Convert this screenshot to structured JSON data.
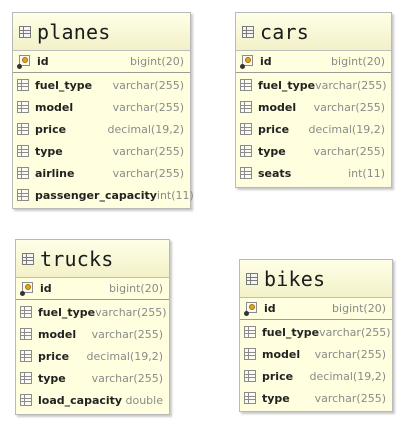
{
  "entities": [
    {
      "title": "planes",
      "pk": {
        "name": "id",
        "type": "bigint(20)"
      },
      "columns": [
        {
          "name": "fuel_type",
          "type": "varchar(255)"
        },
        {
          "name": "model",
          "type": "varchar(255)"
        },
        {
          "name": "price",
          "type": "decimal(19,2)"
        },
        {
          "name": "type",
          "type": "varchar(255)"
        },
        {
          "name": "airline",
          "type": "varchar(255)"
        },
        {
          "name": "passenger_capacity",
          "type": "int(11)"
        }
      ]
    },
    {
      "title": "cars",
      "pk": {
        "name": "id",
        "type": "bigint(20)"
      },
      "columns": [
        {
          "name": "fuel_type",
          "type": "varchar(255)"
        },
        {
          "name": "model",
          "type": "varchar(255)"
        },
        {
          "name": "price",
          "type": "decimal(19,2)"
        },
        {
          "name": "type",
          "type": "varchar(255)"
        },
        {
          "name": "seats",
          "type": "int(11)"
        }
      ]
    },
    {
      "title": "trucks",
      "pk": {
        "name": "id",
        "type": "bigint(20)"
      },
      "columns": [
        {
          "name": "fuel_type",
          "type": "varchar(255)"
        },
        {
          "name": "model",
          "type": "varchar(255)"
        },
        {
          "name": "price",
          "type": "decimal(19,2)"
        },
        {
          "name": "type",
          "type": "varchar(255)"
        },
        {
          "name": "load_capacity",
          "type": "double"
        }
      ]
    },
    {
      "title": "bikes",
      "pk": {
        "name": "id",
        "type": "bigint(20)"
      },
      "columns": [
        {
          "name": "fuel_type",
          "type": "varchar(255)"
        },
        {
          "name": "model",
          "type": "varchar(255)"
        },
        {
          "name": "price",
          "type": "decimal(19,2)"
        },
        {
          "name": "type",
          "type": "varchar(255)"
        }
      ]
    }
  ]
}
